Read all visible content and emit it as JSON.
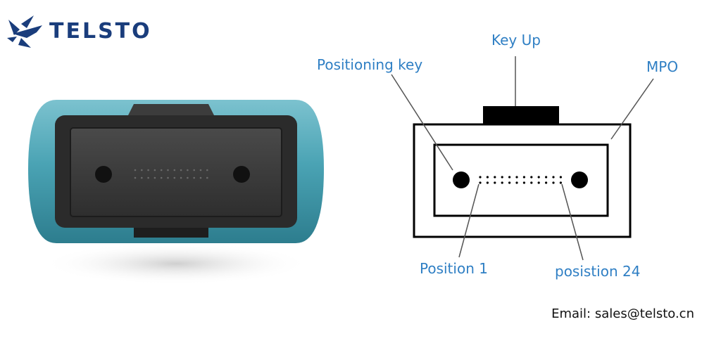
{
  "brand": {
    "name": "TELSTO",
    "logo_icon": "telsto-bird-logo-icon",
    "color": "#1a3d7c"
  },
  "diagram": {
    "labels": {
      "key_up": "Key Up",
      "positioning_key": "Positioning key",
      "mpo": "MPO",
      "position_1": "Position 1",
      "position_24": "posistion 24"
    },
    "label_color": "#2f7fc4"
  },
  "photo": {
    "subject": "mpo-connector-photo",
    "housing_color": "#4aa3b4"
  },
  "footer": {
    "email": "Email: sales@telsto.cn"
  }
}
